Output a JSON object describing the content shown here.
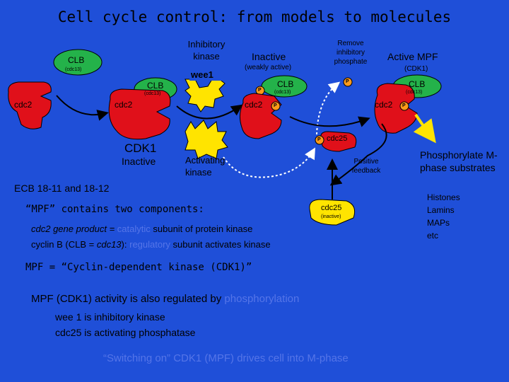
{
  "title": "Cell cycle control: from models to molecules",
  "labels": {
    "inhibitory_kinase": "Inhibitory kinase",
    "inactive_weakly": "Inactive",
    "weakly_active": "(weakly active)",
    "remove_phosphate": "Remove inhibitory phosphate",
    "active_mpf": "Active MPF",
    "cdk1_paren": "(CDK1)",
    "wee1": "wee1",
    "clb": "CLB",
    "cdc13": "(cdc13)",
    "cdc2": "cdc2",
    "p": "P",
    "cdk1": "CDK1",
    "inactive": "Inactive",
    "activating_kinase": "Activating kinase",
    "cdc25": "cdc25",
    "positive_feedback": "Positive feedback",
    "phosphorylate": "Phosphorylate M-phase substrates",
    "substrates": [
      "Histones",
      "Lamins",
      "MAPs",
      "etc"
    ],
    "ecb": "ECB 18-11 and 18-12",
    "cdc25_inactive": "cdc25",
    "inactive_small": "(inactive)"
  },
  "text": {
    "mpf_two": "“MPF” contains two components:",
    "line_cdc2_a": "cdc2",
    "line_cdc2_b": " gene product = ",
    "line_cdc2_c": "catalytic",
    "line_cdc2_d": " subunit of protein kinase",
    "line_cyclin_a": "cyclin B (CLB = ",
    "line_cyclin_b": "cdc13",
    "line_cyclin_c": "): ",
    "line_cyclin_d": "regulatory",
    "line_cyclin_e": " subunit activates kinase",
    "mpf_cdk": "MPF = “Cyclin-dependent kinase (CDK1)”",
    "mpf_activity_a": "MPF (CDK1) activity is also regulated by ",
    "mpf_activity_b": "phosphorylation",
    "wee1_line": "wee 1 is inhibitory kinase",
    "cdc25_line": "cdc25 is activating phosphatase",
    "switching": "“Switching on” CDK1 (MPF) drives cell into M-phase"
  },
  "colors": {
    "background": "#1f4fd8",
    "protein_red": "#e0101a",
    "clb_green": "#24b24a",
    "kinase_yellow": "#ffe400",
    "phosphate_orange": "#ff9a1a",
    "highlight": "#5575e8"
  }
}
